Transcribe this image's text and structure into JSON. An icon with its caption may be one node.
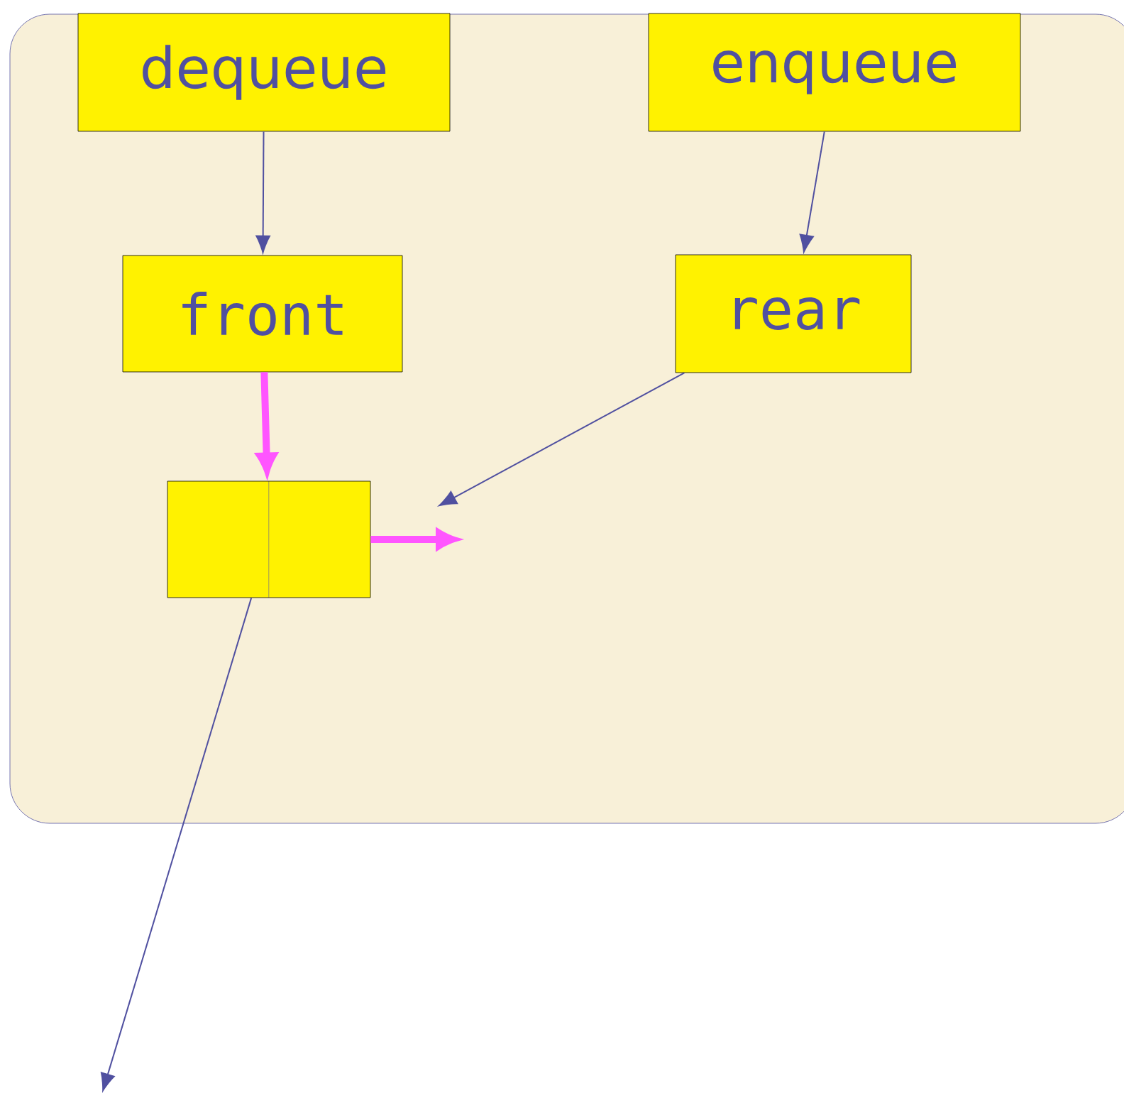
{
  "diagram": {
    "nodes": [
      {
        "text": [
          "dequeue"
        ]
      },
      {
        "text": [
          "enqueue"
        ]
      },
      {
        "text": [
          "front"
        ]
      },
      {
        "text": [
          "rear"
        ]
      },
      {
        "text": [],
        "shape": "box"
      }
    ],
    "edges": [
      {
        "from": 0,
        "to": 2,
        "arrow": "to"
      },
      {
        "from": 1,
        "to": 3,
        "arrow": "to"
      },
      {
        "from": 2,
        "to": 4,
        "arrow": "to",
        "style": "thick",
        "color": "#ff55ff"
      },
      {
        "from": 4,
        "to": null,
        "arrow": "to",
        "style": "thick",
        "color": "#ff55ff"
      },
      {
        "from": 3,
        "to": null,
        "arrow": "to"
      },
      {
        "from": 4,
        "to": null,
        "arrow": "to"
      }
    ]
  }
}
